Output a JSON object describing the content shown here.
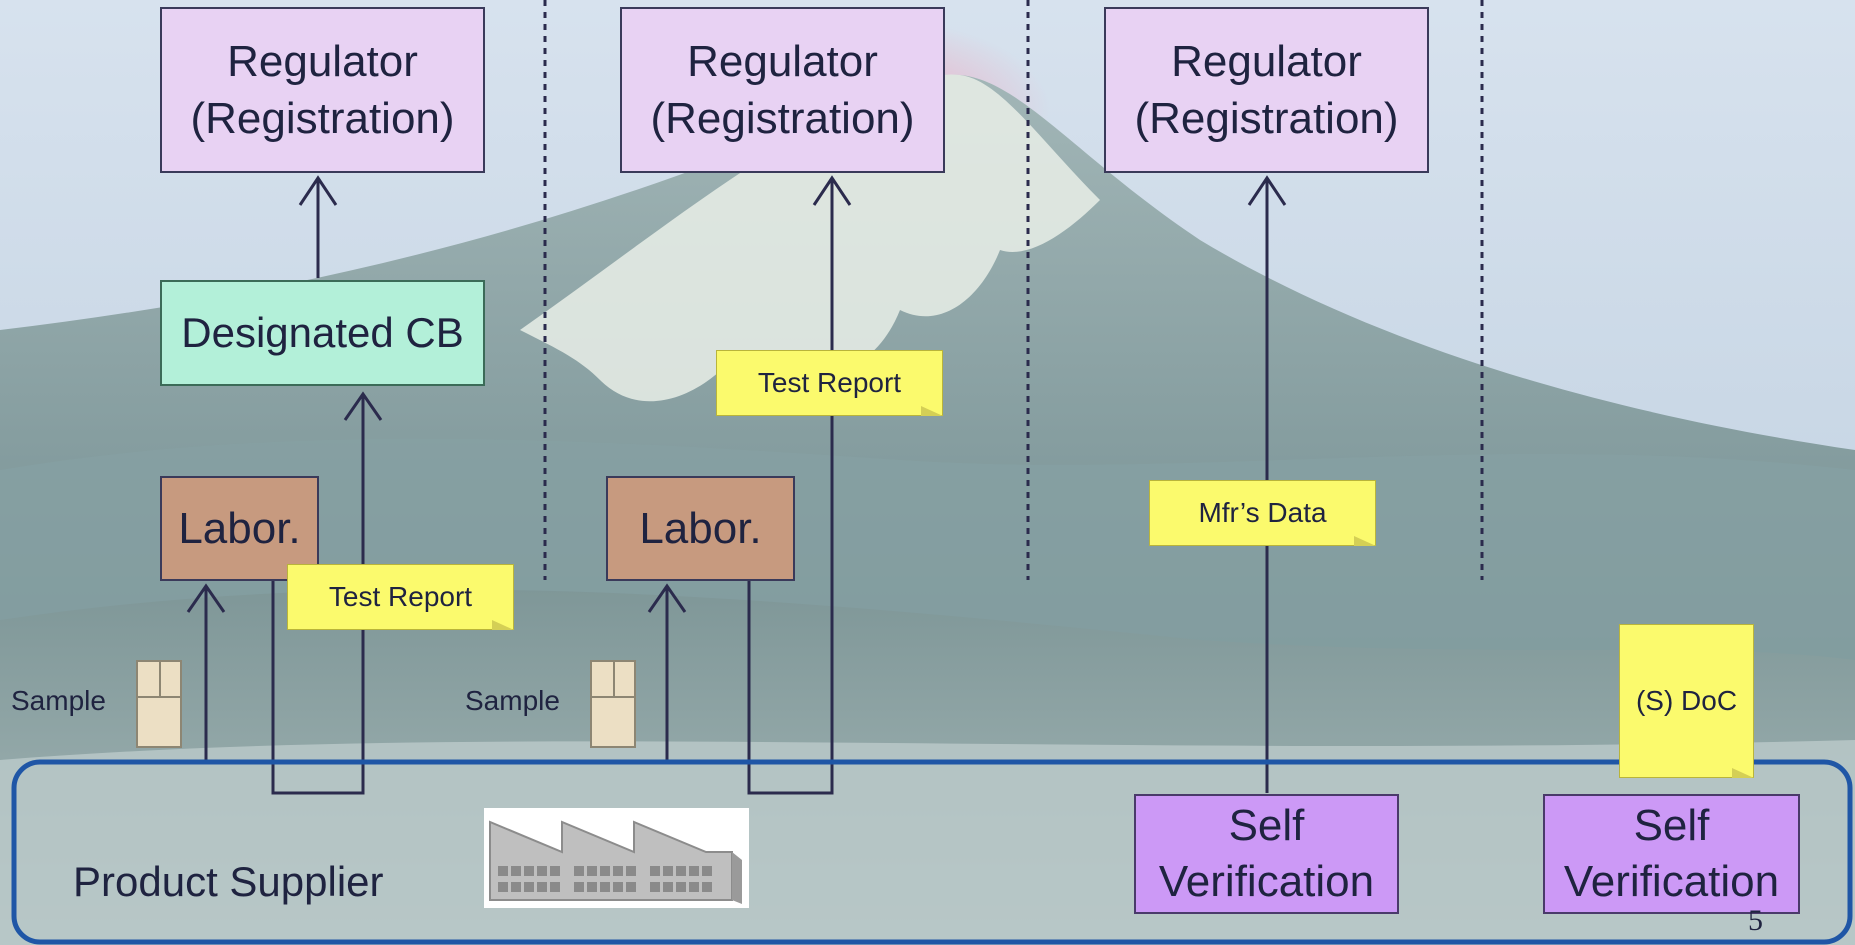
{
  "columns": [
    {
      "regulator_line1": "Regulator",
      "regulator_line2": "(Registration)"
    },
    {
      "regulator_line1": "Regulator",
      "regulator_line2": "(Registration)"
    },
    {
      "regulator_line1": "Regulator",
      "regulator_line2": "(Registration)"
    }
  ],
  "designated_cb": "Designated CB",
  "labor_1": "Labor.",
  "labor_2": "Labor.",
  "test_report_1": "Test Report",
  "test_report_2": "Test Report",
  "mfr_data": "Mfr’s Data",
  "sdoc": "(S) DoC",
  "sample_1": "Sample",
  "sample_2": "Sample",
  "product_supplier": "Product Supplier",
  "self_verification_1": {
    "line1": "Self",
    "line2": "Verification"
  },
  "self_verification_2": {
    "line1": "Self",
    "line2": "Verification"
  },
  "page_number": "5",
  "colors": {
    "regulator_fill": "#e8d2f3",
    "cb_fill": "#b3f0d9",
    "labor_fill": "#c79a7f",
    "self_verification_fill": "#cc99f6",
    "note_fill": "#fbfa6d",
    "supplier_border": "#1f56a6",
    "arrow": "#2b2b4d"
  }
}
